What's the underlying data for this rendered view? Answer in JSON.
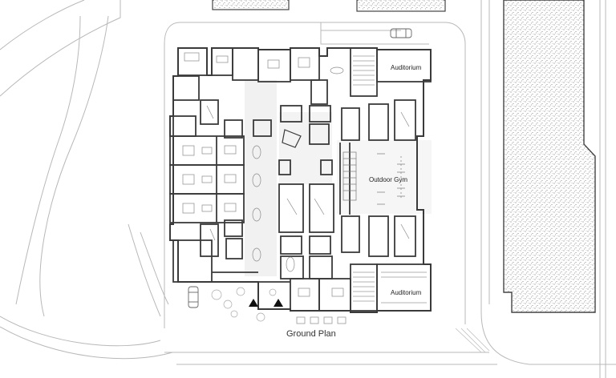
{
  "labels": {
    "auditorium_top": "Auditorium",
    "auditorium_bottom": "Auditorium",
    "outdoor_gym": "Outdoor Gym",
    "caption": "Ground Plan"
  },
  "colors": {
    "wall": "#3a3a3a",
    "thin_line": "#9a9a9a",
    "hatch_fill": "#e4e4e4",
    "corridor_fill": "#f1f1f1"
  }
}
